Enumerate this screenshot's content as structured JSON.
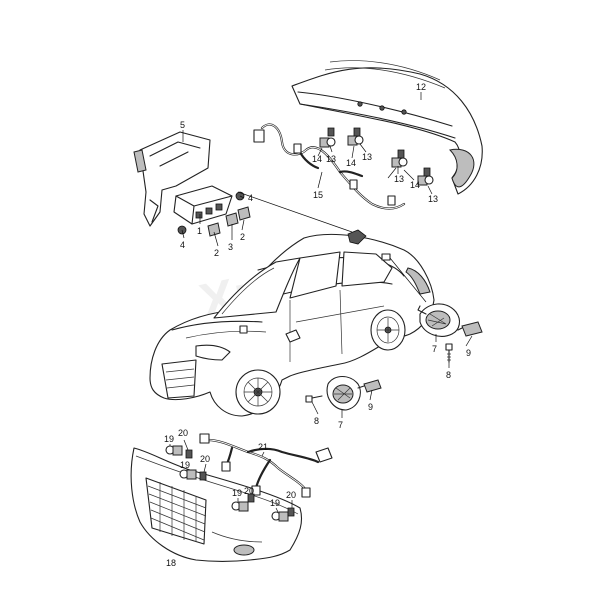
{
  "watermark": "Xparts",
  "callouts": [
    {
      "id": "c12",
      "label": "12"
    },
    {
      "id": "c5",
      "label": "5"
    },
    {
      "id": "c13a",
      "label": "13"
    },
    {
      "id": "c14a",
      "label": "14"
    },
    {
      "id": "c14b",
      "label": "14"
    },
    {
      "id": "c13b",
      "label": "13"
    },
    {
      "id": "c13c",
      "label": "13"
    },
    {
      "id": "c14c",
      "label": "14"
    },
    {
      "id": "c13d",
      "label": "13"
    },
    {
      "id": "c15",
      "label": "15"
    },
    {
      "id": "c4a",
      "label": "4"
    },
    {
      "id": "c1",
      "label": "1"
    },
    {
      "id": "c2a",
      "label": "2"
    },
    {
      "id": "c3",
      "label": "3"
    },
    {
      "id": "c2b",
      "label": "2"
    },
    {
      "id": "c4b",
      "label": "4"
    },
    {
      "id": "c7a",
      "label": "7"
    },
    {
      "id": "c9a",
      "label": "9"
    },
    {
      "id": "c8a",
      "label": "8"
    },
    {
      "id": "c9b",
      "label": "9"
    },
    {
      "id": "c8b",
      "label": "8"
    },
    {
      "id": "c7b",
      "label": "7"
    },
    {
      "id": "c20a",
      "label": "20"
    },
    {
      "id": "c19a",
      "label": "19"
    },
    {
      "id": "c21",
      "label": "21"
    },
    {
      "id": "c20b",
      "label": "20"
    },
    {
      "id": "c19b",
      "label": "19"
    },
    {
      "id": "c20c",
      "label": "20"
    },
    {
      "id": "c19c",
      "label": "19"
    },
    {
      "id": "c19d",
      "label": "19"
    },
    {
      "id": "c20d",
      "label": "20"
    },
    {
      "id": "c18",
      "label": "18"
    }
  ]
}
